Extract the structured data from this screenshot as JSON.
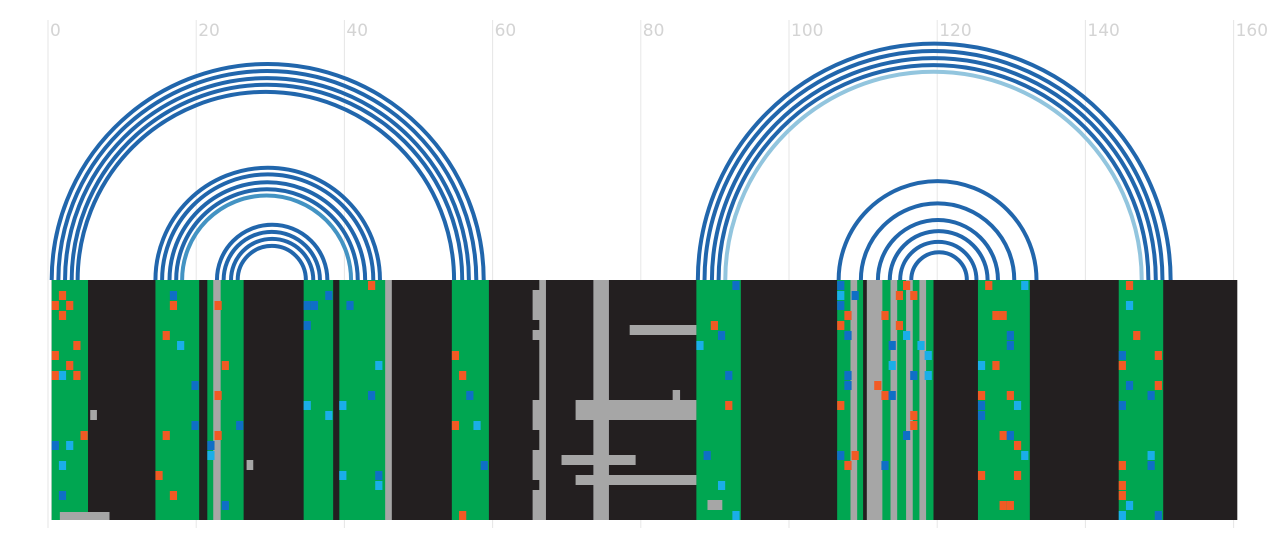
{
  "axis": {
    "min": 0,
    "max": 160,
    "ticks": [
      0,
      20,
      40,
      60,
      80,
      100,
      120,
      140,
      160
    ],
    "tick_labels": [
      "0",
      "20",
      "40",
      "60",
      "80",
      "100",
      "120",
      "140",
      "160"
    ],
    "gridlines": true
  },
  "colors": {
    "background": "#ffffff",
    "grid": "#e6e6e6",
    "tick_text": "#d4d4d4",
    "black": "#231f20",
    "green": "#00a651",
    "grey": "#a6a6a6",
    "blue": "#0f6fc6",
    "cyan": "#1aaee8",
    "orange": "#f15a24",
    "arc_dark": "#2166ac",
    "arc_mid": "#4393c3",
    "arc_light": "#92c5de"
  },
  "chart_data": {
    "type": "arc-diagram",
    "track_range": [
      0.5,
      160.5
    ],
    "track_rows": 24,
    "arc_groups": [
      {
        "arcs": [
          {
            "start": 0.5,
            "end": 58.8,
            "color": "arc_dark"
          },
          {
            "start": 1.4,
            "end": 57.8,
            "color": "arc_dark"
          },
          {
            "start": 2.3,
            "end": 56.8,
            "color": "arc_dark"
          },
          {
            "start": 3.2,
            "end": 55.9,
            "color": "arc_dark"
          },
          {
            "start": 4.0,
            "end": 54.8,
            "color": "arc_dark"
          }
        ]
      },
      {
        "arcs": [
          {
            "start": 14.5,
            "end": 44.8,
            "color": "arc_dark"
          },
          {
            "start": 15.4,
            "end": 43.9,
            "color": "arc_dark"
          },
          {
            "start": 16.4,
            "end": 42.8,
            "color": "arc_dark"
          },
          {
            "start": 17.3,
            "end": 41.8,
            "color": "arc_dark"
          },
          {
            "start": 18.1,
            "end": 40.9,
            "color": "arc_mid"
          }
        ]
      },
      {
        "arcs": [
          {
            "start": 22.8,
            "end": 37.7,
            "color": "arc_dark"
          },
          {
            "start": 23.7,
            "end": 36.7,
            "color": "arc_dark"
          },
          {
            "start": 24.7,
            "end": 35.8,
            "color": "arc_dark"
          },
          {
            "start": 25.6,
            "end": 34.8,
            "color": "arc_dark"
          }
        ]
      },
      {
        "arcs": [
          {
            "start": 87.7,
            "end": 151.5,
            "color": "arc_dark"
          },
          {
            "start": 88.6,
            "end": 150.4,
            "color": "arc_dark"
          },
          {
            "start": 89.6,
            "end": 149.5,
            "color": "arc_dark"
          },
          {
            "start": 90.5,
            "end": 148.5,
            "color": "arc_dark"
          },
          {
            "start": 91.4,
            "end": 147.6,
            "color": "arc_light"
          }
        ]
      },
      {
        "arcs": [
          {
            "start": 106.7,
            "end": 133.4,
            "color": "arc_dark"
          },
          {
            "start": 109.7,
            "end": 130.4,
            "color": "arc_dark"
          },
          {
            "start": 112.0,
            "end": 128.2,
            "color": "arc_dark"
          },
          {
            "start": 113.6,
            "end": 126.8,
            "color": "arc_dark"
          },
          {
            "start": 115.0,
            "end": 125.3,
            "color": "arc_dark"
          },
          {
            "start": 116.5,
            "end": 124.0,
            "color": "arc_dark"
          }
        ]
      }
    ],
    "bands": [
      {
        "start": 0.5,
        "end": 5.4,
        "color": "green"
      },
      {
        "start": 14.5,
        "end": 20.4,
        "color": "green"
      },
      {
        "start": 21.5,
        "end": 26.4,
        "color": "green"
      },
      {
        "start": 34.5,
        "end": 38.5,
        "color": "green"
      },
      {
        "start": 39.3,
        "end": 45.7,
        "color": "green"
      },
      {
        "start": 54.5,
        "end": 59.5,
        "color": "green"
      },
      {
        "start": 87.5,
        "end": 93.5,
        "color": "green"
      },
      {
        "start": 106.5,
        "end": 110.0,
        "color": "green"
      },
      {
        "start": 111.5,
        "end": 119.5,
        "color": "green"
      },
      {
        "start": 125.5,
        "end": 132.5,
        "color": "green"
      },
      {
        "start": 144.5,
        "end": 150.5,
        "color": "green"
      }
    ],
    "grey_columns": [
      {
        "start": 22.3,
        "end": 23.3
      },
      {
        "start": 45.5,
        "end": 46.4
      },
      {
        "start": 66.3,
        "end": 67.2
      },
      {
        "start": 73.6,
        "end": 75.7
      },
      {
        "start": 108.3,
        "end": 109.2
      },
      {
        "start": 110.5,
        "end": 112.6
      },
      {
        "start": 113.7,
        "end": 114.6
      },
      {
        "start": 115.8,
        "end": 116.7
      },
      {
        "start": 117.6,
        "end": 118.5
      }
    ],
    "black_columns": [
      {
        "start": 20.6,
        "end": 21.4
      },
      {
        "start": 38.5,
        "end": 39.3
      }
    ],
    "grey_blocks": [
      {
        "start": 65.4,
        "end": 66.4,
        "row0": 1,
        "row1": 4
      },
      {
        "start": 65.4,
        "end": 66.4,
        "row0": 12,
        "row1": 15
      },
      {
        "start": 65.4,
        "end": 66.4,
        "row0": 17,
        "row1": 20
      },
      {
        "start": 65.4,
        "end": 66.4,
        "row0": 21,
        "row1": 24
      },
      {
        "start": 65.4,
        "end": 66.4,
        "row0": 5,
        "row1": 6
      },
      {
        "start": 78.5,
        "end": 87.5,
        "row0": 4.5,
        "row1": 5.5
      },
      {
        "start": 71.2,
        "end": 87.5,
        "row0": 12,
        "row1": 14
      },
      {
        "start": 84.3,
        "end": 85.3,
        "row0": 11,
        "row1": 12
      },
      {
        "start": 69.3,
        "end": 79.3,
        "row0": 17.5,
        "row1": 18.5
      },
      {
        "start": 71.2,
        "end": 87.5,
        "row0": 19.5,
        "row1": 20.5
      },
      {
        "start": 1.6,
        "end": 8.3,
        "row0": 23.2,
        "row1": 24
      },
      {
        "start": 5.7,
        "end": 6.6,
        "row0": 13,
        "row1": 14
      },
      {
        "start": 26.8,
        "end": 27.7,
        "row0": 18,
        "row1": 19
      },
      {
        "start": 89.0,
        "end": 91.0,
        "row0": 22,
        "row1": 23
      }
    ]
  }
}
